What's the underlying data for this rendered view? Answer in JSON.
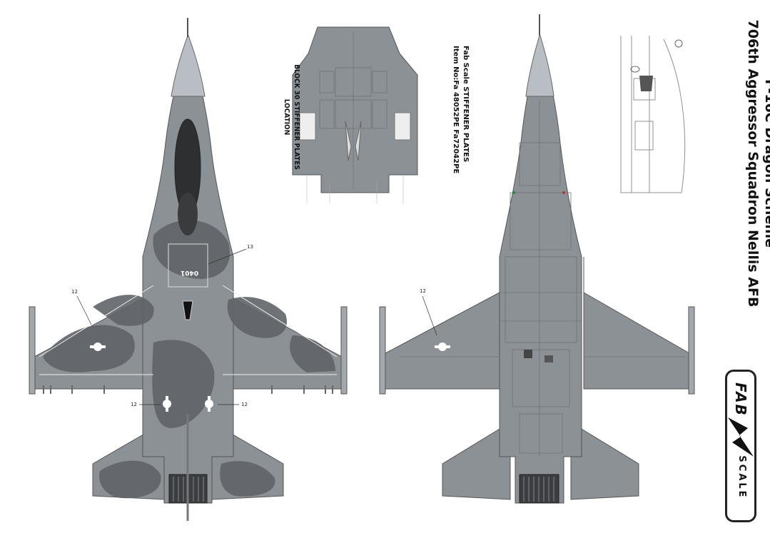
{
  "title": {
    "line1": "F-16C Dragon Scheme",
    "line2": "706th Aggressor Squadron Nellis AFB"
  },
  "block30_label": {
    "line1": "BLOCK 30 STIFFENER PLATES",
    "line2": "LOCATION"
  },
  "fab_note": {
    "line1": "Fab Scale  STIFFENER PLATES",
    "line2": "Item No:Fa 48052PE  Fa72042PE"
  },
  "callouts": {
    "top_view_wing": "12",
    "top_view_stab_left": "12",
    "top_view_stab_right": "12",
    "top_view_stiffener": "13",
    "bottom_view_wing": "12"
  },
  "serial": "0401",
  "logo": {
    "brand": "FAB",
    "sub": "SCALE"
  },
  "colors": {
    "base_grey": "#8c9196",
    "light_grey": "#a3a8ad",
    "camo_dark": "#5f6468",
    "radome": "#b8bec4",
    "canopy": "#2e2f31",
    "panel_line": "#6e7378",
    "background": "#ffffff"
  }
}
